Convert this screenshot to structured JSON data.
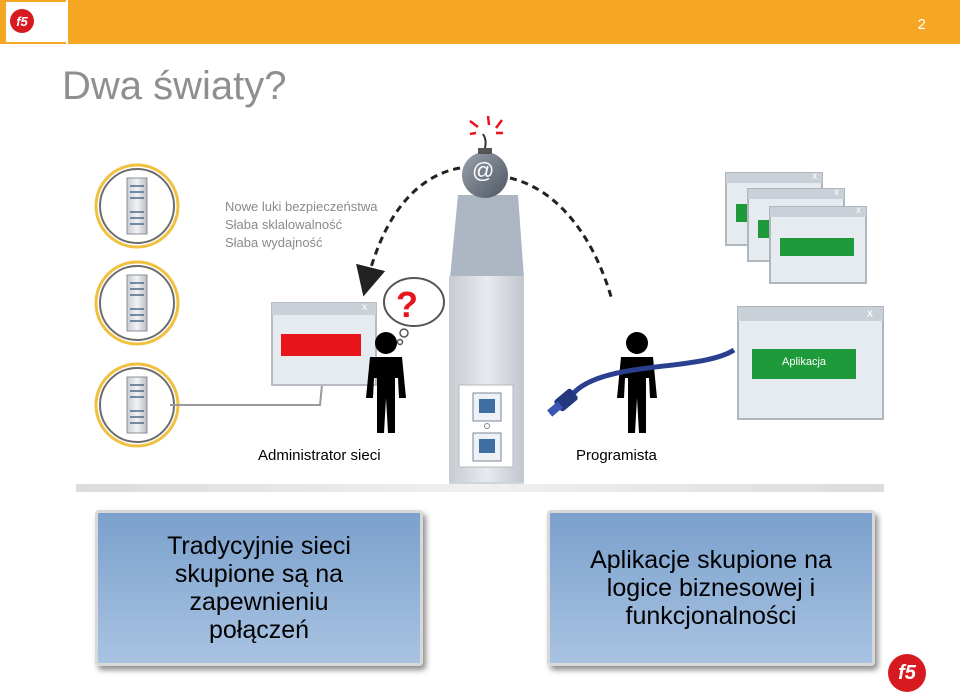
{
  "header": {
    "logo_text": "f5",
    "page_number": "2"
  },
  "title": "Dwa światy?",
  "issues": [
    "Nowe luki bezpieczeństwa",
    "Słaba sklalowalność",
    "Słaba wydajność"
  ],
  "bomb": {
    "symbol": "@"
  },
  "question_mark": "?",
  "window_close_glyph": "x",
  "app_window_label": "Aplikacja",
  "persons": {
    "admin": "Administrator sieci",
    "developer": "Programista"
  },
  "boxes": {
    "left": [
      "Tradycyjnie sieci",
      "skupione są na",
      "zapewnieniu",
      "połączeń"
    ],
    "right": [
      "Aplikacje skupione na",
      "logice biznesowej i",
      "funkcjonalności"
    ]
  },
  "colors": {
    "accent": "#f5a623",
    "brand": "#d71920",
    "box": "#8fb0d8",
    "error": "#e8141b",
    "ok": "#1f9a3a"
  }
}
